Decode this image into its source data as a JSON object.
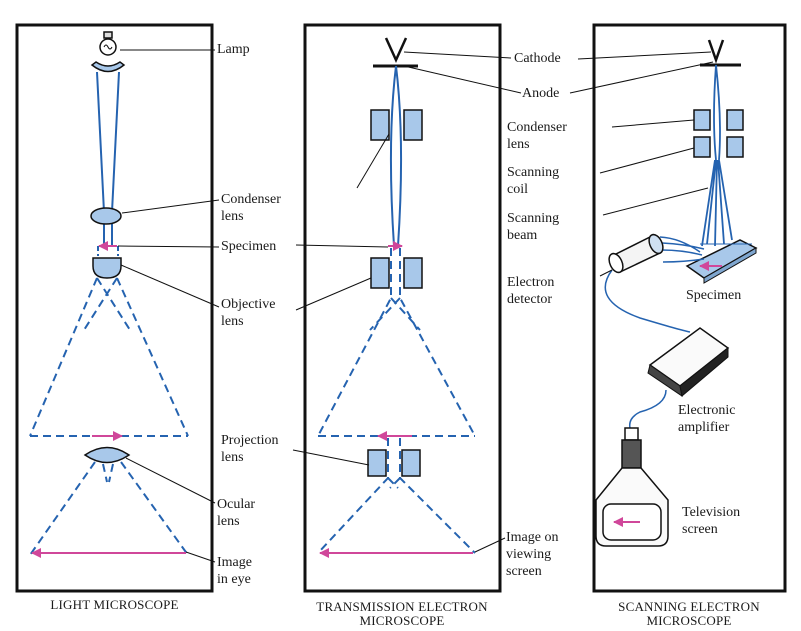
{
  "colors": {
    "beam": "#2563b0",
    "image_arrow": "#d0479a",
    "lens_fill": "#a8c8ea",
    "outline": "#111111",
    "background": "#ffffff"
  },
  "light_microscope": {
    "caption": "LIGHT MICROSCOPE",
    "labels": {
      "lamp": "Lamp",
      "condenser_1": "Condenser",
      "condenser_2": "lens",
      "specimen": "Specimen",
      "objective_1": "Objective",
      "objective_2": "lens",
      "ocular_1": "Ocular",
      "ocular_2": "lens",
      "image_1": "Image",
      "image_2": "in eye"
    }
  },
  "tem": {
    "caption_1": "TRANSMISSION ELECTRON",
    "caption_2": "MICROSCOPE",
    "labels": {
      "projection_1": "Projection",
      "projection_2": "lens",
      "image_1": "Image on",
      "image_2": "viewing",
      "image_3": "screen"
    }
  },
  "sem": {
    "caption_1": "SCANNING ELECTRON",
    "caption_2": "MICROSCOPE",
    "labels": {
      "cathode": "Cathode",
      "anode": "Anode",
      "condenser_1": "Condenser",
      "condenser_2": "lens",
      "coil_1": "Scanning",
      "coil_2": "coil",
      "beam_1": "Scanning",
      "beam_2": "beam",
      "specimen": "Specimen",
      "detector_1": "Electron",
      "detector_2": "detector",
      "amplifier_1": "Electronic",
      "amplifier_2": "amplifier",
      "tv_1": "Television",
      "tv_2": "screen"
    }
  }
}
